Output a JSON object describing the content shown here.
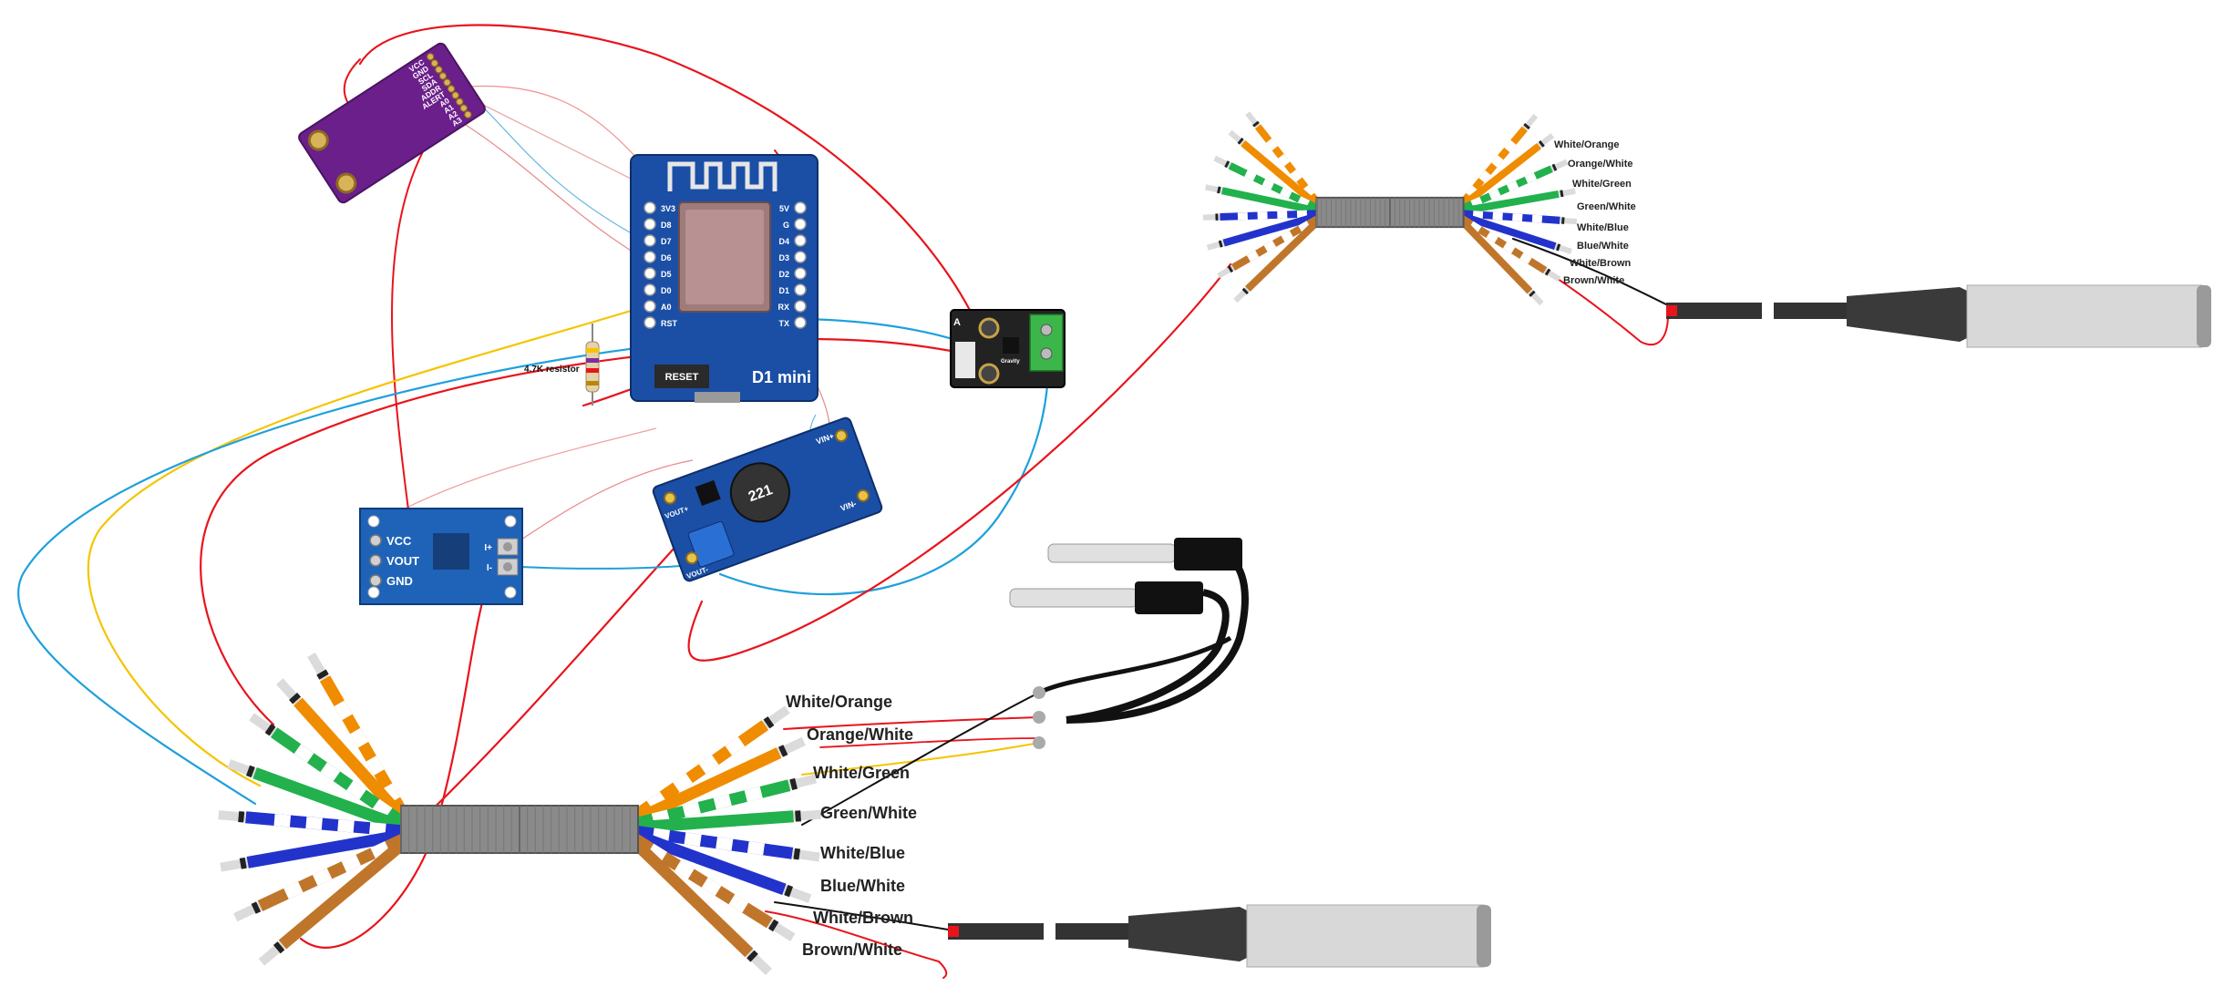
{
  "colors": {
    "red": "#e8141c",
    "blue": "#1ea0dc",
    "yellow": "#f5c400",
    "black": "#111111",
    "board_blue": "#1b4fa6",
    "purple": "#6b1f8a",
    "dark_grey": "#3a3a3a",
    "probe_silver": "#d8d8d8"
  },
  "ads1115": {
    "pins": [
      "VCC",
      "GND",
      "SCL",
      "SDA",
      "ADDR",
      "ALERT",
      "A0",
      "A1",
      "A2",
      "A3"
    ]
  },
  "d1mini": {
    "title": "D1 mini",
    "reset": "RESET",
    "left_pins": [
      "3V3",
      "D8",
      "D7",
      "D6",
      "D5",
      "D0",
      "A0",
      "RST"
    ],
    "right_pins": [
      "5V",
      "G",
      "D4",
      "D3",
      "D2",
      "D1",
      "RX",
      "TX"
    ]
  },
  "resistor": {
    "label": "4.7K resistor"
  },
  "current_module": {
    "pins": [
      "VCC",
      "VOUT",
      "GND"
    ],
    "screw": [
      "I+",
      "I-"
    ]
  },
  "boost": {
    "inductor": "221",
    "vin_plus": "VIN+",
    "vin_minus": "VIN-",
    "vout_plus": "VOUT+",
    "vout_minus": "VOUT-"
  },
  "ph_module": {
    "label": "A",
    "chip": "Gravity"
  },
  "wire_labels_bottom": [
    "White/Orange",
    "Orange/White",
    "White/Green",
    "Green/White",
    "White/Blue",
    "Blue/White",
    "White/Brown",
    "Brown/White"
  ],
  "wire_labels_top": [
    "White/Orange",
    "Orange/White",
    "White/Green",
    "Green/White",
    "White/Blue",
    "Blue/White",
    "White/Brown",
    "Brown/White"
  ]
}
